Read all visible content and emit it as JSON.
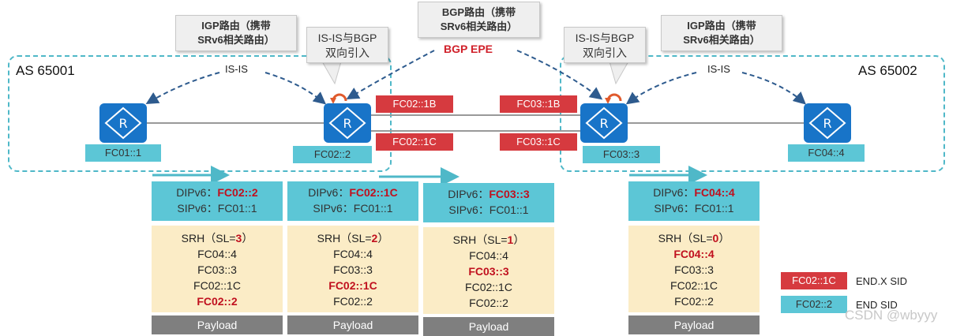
{
  "domains": {
    "left": "AS 65001",
    "right": "AS 65002"
  },
  "callouts": {
    "igp_left": [
      "IGP路由（携带",
      "SRv6相关路由）"
    ],
    "igp_right": [
      "IGP路由（携带",
      "SRv6相关路由）"
    ],
    "bgp": [
      "BGP路由（携带",
      "SRv6相关路由）"
    ],
    "redist_left": [
      "IS-IS与BGP",
      "双向引入"
    ],
    "redist_right": [
      "IS-IS与BGP",
      "双向引入"
    ]
  },
  "protocols": {
    "isis_left": "IS-IS",
    "isis_right": "IS-IS",
    "bgp_epe": "BGP EPE"
  },
  "nodes": [
    {
      "id": "r1",
      "sid": "FC01::1"
    },
    {
      "id": "r2",
      "sid": "FC02::2"
    },
    {
      "id": "r3",
      "sid": "FC03::3"
    },
    {
      "id": "r4",
      "sid": "FC04::4"
    }
  ],
  "link_sids": {
    "top_left": "FC02::1B",
    "top_right": "FC03::1B",
    "bottom_left": "FC02::1C",
    "bottom_right": "FC03::1C"
  },
  "packets": [
    {
      "dip_label": "DIPv6：",
      "dip": "FC02::2",
      "sip_label": "SIPv6：",
      "sip": "FC01::1",
      "srh_prefix": "SRH（SL=",
      "sl": "3",
      "srh_suffix": "）",
      "segments": [
        "FC04::4",
        "FC03::3",
        "FC02::1C",
        "FC02::2"
      ],
      "active_index": 3,
      "payload": "Payload"
    },
    {
      "dip_label": "DIPv6：",
      "dip": "FC02::1C",
      "sip_label": "SIPv6：",
      "sip": "FC01::1",
      "srh_prefix": "SRH（SL=",
      "sl": "2",
      "srh_suffix": "）",
      "segments": [
        "FC04::4",
        "FC03::3",
        "FC02::1C",
        "FC02::2"
      ],
      "active_index": 2,
      "payload": "Payload"
    },
    {
      "dip_label": "DIPv6：",
      "dip": "FC03::3",
      "sip_label": "SIPv6：",
      "sip": "FC01::1",
      "srh_prefix": "SRH（SL=",
      "sl": "1",
      "srh_suffix": "）",
      "segments": [
        "FC04::4",
        "FC03::3",
        "FC02::1C",
        "FC02::2"
      ],
      "active_index": 1,
      "payload": "Payload"
    },
    {
      "dip_label": "DIPv6：",
      "dip": "FC04::4",
      "sip_label": "SIPv6：",
      "sip": "FC01::1",
      "srh_prefix": "SRH（SL=",
      "sl": "0",
      "srh_suffix": "）",
      "segments": [
        "FC04::4",
        "FC03::3",
        "FC02::1C",
        "FC02::2"
      ],
      "active_index": 0,
      "payload": "Payload"
    }
  ],
  "legend": [
    {
      "sample": "FC02::1C",
      "label": "END.X SID",
      "color": "#d63a3f"
    },
    {
      "sample": "FC02::2",
      "label": "END SID",
      "color": "#5cc6d6"
    }
  ],
  "watermark": "CSDN @wbyyy",
  "colors": {
    "router": "#1874c8",
    "end_sid": "#5cc6d6",
    "endx_sid": "#d63a3f",
    "domain_border": "#4fb8c8",
    "srh_bg": "#fbecc6",
    "payload_bg": "#7f7f7f",
    "highlight_text": "#c0101e"
  }
}
